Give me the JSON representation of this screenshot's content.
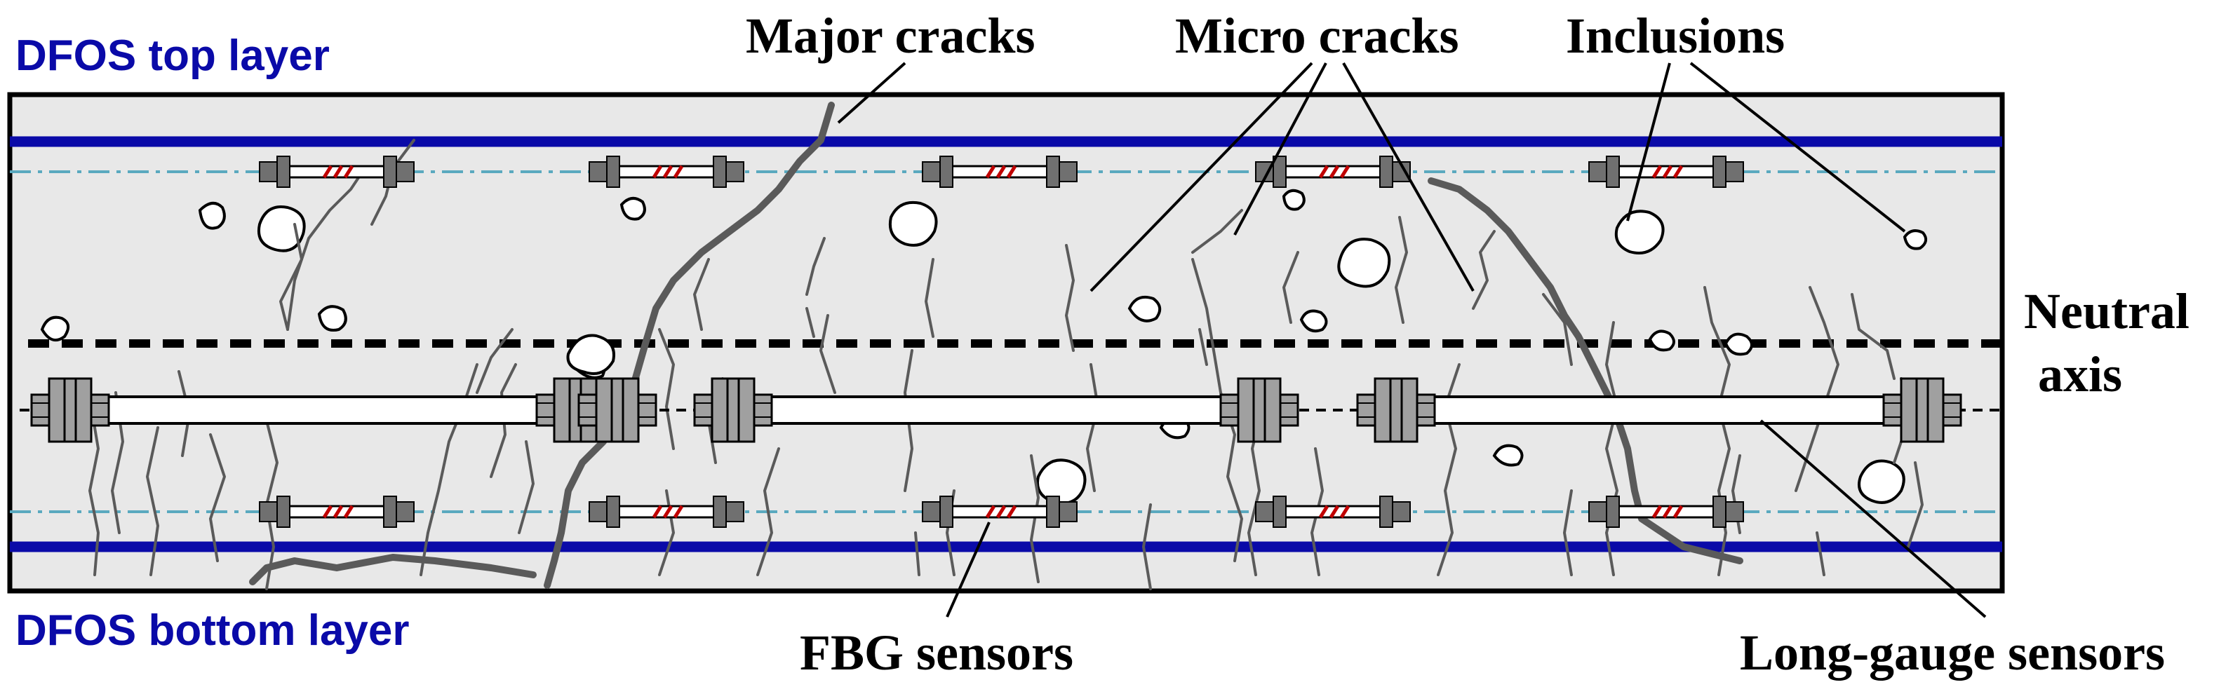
{
  "labels": {
    "dfos_top": "DFOS top layer",
    "dfos_bottom": "DFOS bottom layer",
    "major_cracks": "Major cracks",
    "micro_cracks": "Micro cracks",
    "inclusions": "Inclusions",
    "neutral_axis_line1": "Neutral",
    "neutral_axis_line2": "axis",
    "fbg_sensors": "FBG sensors",
    "long_gauge_sensors": "Long-gauge sensors"
  },
  "colors": {
    "dfos": "#0a0aa8",
    "beam_fill": "#e8e8e8",
    "fbg_line": "#5aa9bf",
    "crack": "#5a5a5a",
    "sensor_grey": "#a0a0a0",
    "fbg_grating": "#c00000"
  }
}
